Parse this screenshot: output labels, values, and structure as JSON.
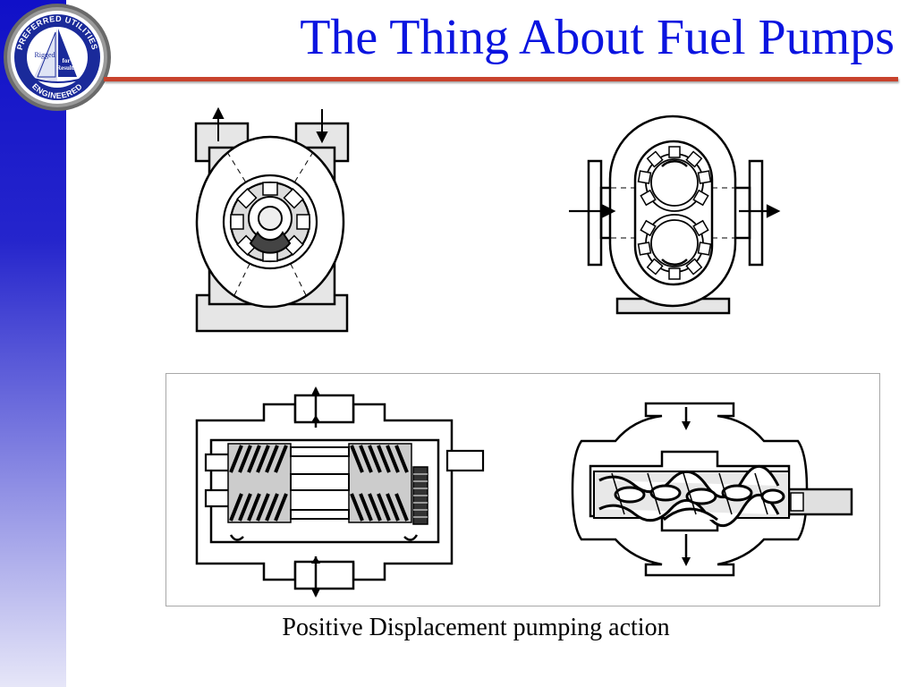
{
  "slide": {
    "title": "The Thing About Fuel Pumps",
    "caption": "Positive Displacement pumping action"
  },
  "logo": {
    "top_text": "PREFERRED UTILITIES",
    "bottom_text": "ENGINEERED",
    "line_rigged": "Rigged",
    "line_for": "for",
    "line_results": "Results"
  },
  "diagrams": [
    {
      "name": "internal-gear-pump"
    },
    {
      "name": "external-gear-pump"
    },
    {
      "name": "twin-screw-pump"
    },
    {
      "name": "progressive-cavity-pump"
    }
  ],
  "colors": {
    "sidebar_top": "#1010c8",
    "title": "#0a14e0",
    "rule": "#c8422c"
  }
}
